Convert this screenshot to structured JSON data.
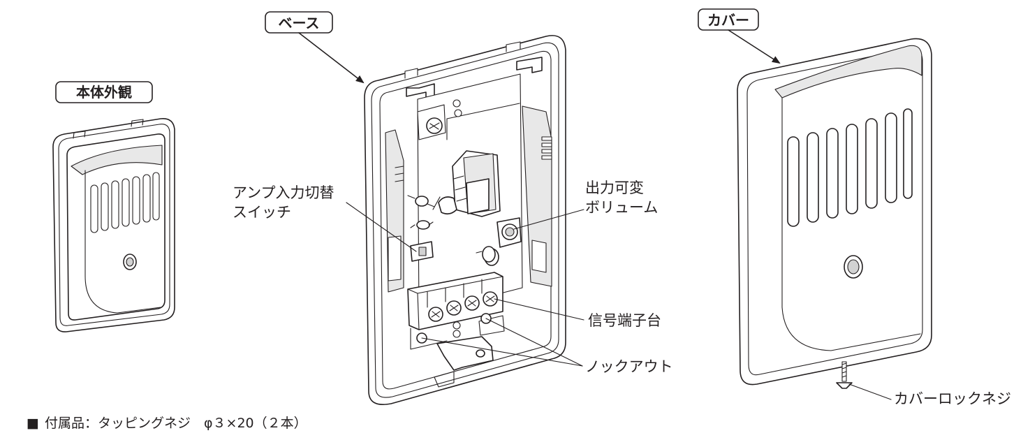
{
  "tags": {
    "exterior": "本体外観",
    "base": "ベース",
    "cover": "カバー"
  },
  "labels": {
    "amp_switch_line1": "アンプ入力切替",
    "amp_switch_line2": "スイッチ",
    "volume_line1": "出力可変",
    "volume_line2": "ボリューム",
    "terminal": "信号端子台",
    "knockout": "ノックアウト",
    "cover_screw": "カバーロックネジ"
  },
  "footer": {
    "bullet": "■",
    "text": "付属品：タッピングネジ　φ３×20（２本）"
  },
  "colors": {
    "line": "#231f20",
    "background": "#ffffff",
    "shade": "#e8e8e8"
  }
}
